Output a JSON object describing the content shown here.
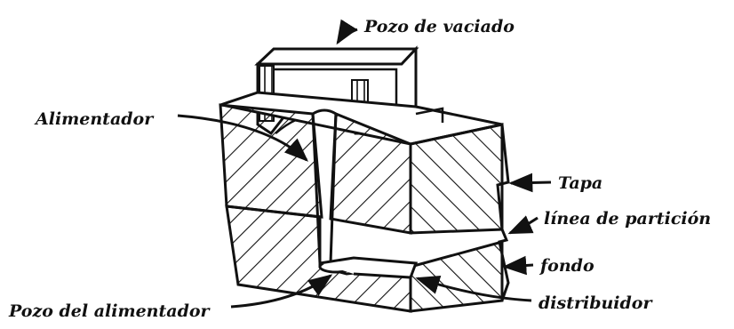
{
  "labels": {
    "pozo_vaciado": "Pozo de vaciado",
    "alimentador": "Alimentador",
    "tapa": "Tapa",
    "linea_particion": "línea de partición",
    "fondo": "fondo",
    "distribuidor": "distribuidor",
    "pozo_alimentador": "Pozo del alimentador"
  },
  "colors": {
    "ink": "#111111",
    "paper": "#ffffff"
  }
}
